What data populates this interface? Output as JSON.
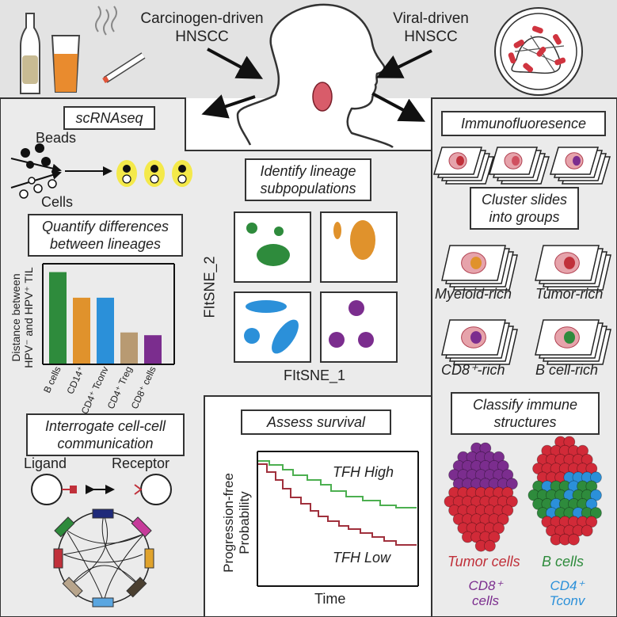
{
  "header": {
    "carcinogen_label_line1": "Carcinogen-driven",
    "carcinogen_label_line2": "HNSCC",
    "viral_label_line1": "Viral-driven",
    "viral_label_line2": "HNSCC"
  },
  "scrna": {
    "title": "scRNAseq",
    "beads_label": "Beads",
    "cells_label": "Cells"
  },
  "quantify": {
    "title_line1": "Quantify differences",
    "title_line2": "between lineages",
    "ylabel_line1": "Distance between",
    "ylabel_line2": "HPV⁻ and HPV⁺ TIL"
  },
  "chart_data": {
    "type": "bar",
    "categories": [
      "B cells",
      "CD14⁺",
      "CD4⁺ Tconv",
      "CD4⁺ Treg",
      "CD8⁺ cells"
    ],
    "values": [
      1.0,
      0.72,
      0.72,
      0.34,
      0.31
    ],
    "colors": [
      "#2e8b3c",
      "#e0922c",
      "#2b90d9",
      "#b89a72",
      "#7b2d8e"
    ],
    "ylim": [
      0,
      1.1
    ],
    "grid": false
  },
  "lineage": {
    "title_line1": "Identify lineage",
    "title_line2": "subpopulations",
    "xlabel": "FItSNE_1",
    "ylabel": "FItSNE_2"
  },
  "communication": {
    "title_line1": "Interrogate cell-cell",
    "title_line2": "communication",
    "ligand_label": "Ligand",
    "receptor_label": "Receptor"
  },
  "survival": {
    "title": "Assess survival",
    "ylabel_line1": "Progression-free",
    "ylabel_line2": "Probability",
    "xlabel": "Time",
    "high_label": "TFH High",
    "low_label": "TFH Low",
    "high_color": "#4caf50",
    "low_color": "#a0303c"
  },
  "immuno": {
    "title": "Immunofluoresence",
    "cluster_line1": "Cluster slides",
    "cluster_line2": "into groups",
    "myeloid_label": "Myeloid-rich",
    "tumor_label": "Tumor-rich",
    "cd8_label": "CD8⁺-rich",
    "bcell_label": "B cell-rich",
    "classify_line1": "Classify immune",
    "classify_line2": "structures",
    "legend_tumor": "Tumor cells",
    "legend_b": "B cells",
    "legend_cd8_line1": "CD8⁺",
    "legend_cd8_line2": "cells",
    "legend_cd4_line1": "CD4⁺",
    "legend_cd4_line2": "Tconv"
  }
}
